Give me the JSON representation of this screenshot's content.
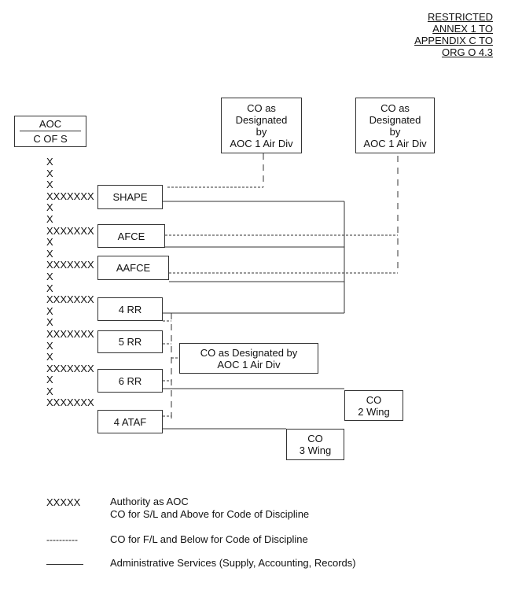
{
  "header": {
    "lines": [
      "RESTRICTED",
      "ANNEX 1 TO",
      "APPENDIX C TO",
      "ORG O 4.3"
    ]
  },
  "aoc": {
    "top": "AOC",
    "bottom": "C OF S"
  },
  "co_top_left": "CO as\nDesignated\nby\nAOC 1 Air Div",
  "co_top_right": "CO as\nDesignated\nby\nAOC 1 Air Div",
  "co_mid": "CO as Designated by\nAOC 1 Air Div",
  "co_2wing": "CO\n2 Wing",
  "co_3wing": "CO\n3 Wing",
  "units": [
    "SHAPE",
    "AFCE",
    "AAFCE",
    "4 RR",
    "5 RR",
    "6 RR",
    "4 ATAF"
  ],
  "x_column": "X\nX\nX\nXXXXXXX\nX\nX\nXXXXXXX\nX\nX\nXXXXXXX\nX\nX\nXXXXXXX\nX\nX\nXXXXXXX\nX\nX\nXXXXXXX\nX\nX\nXXXXXXX",
  "legend": {
    "xxxxx_key": "XXXXX",
    "xxxxx_line1": "Authority as AOC",
    "xxxxx_line2": "CO for S/L and Above for Code of Discipline",
    "dashed_key": "----------",
    "dashed_text": "CO for F/L and Below for Code of Discipline",
    "solid_text": "Administrative Services (Supply, Accounting, Records)"
  }
}
